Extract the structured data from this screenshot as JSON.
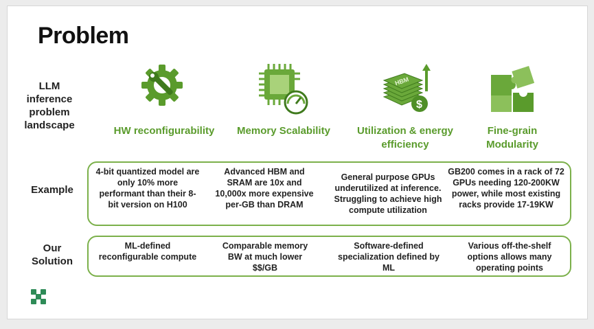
{
  "title": "Problem",
  "row_labels": {
    "landscape": "LLM inference problem landscape",
    "example": "Example",
    "solution": "Our Solution"
  },
  "columns": [
    {
      "icon": "gear-wrench-icon",
      "heading": "HW reconfigurability",
      "example": "4-bit quantized model are only 10% more performant than their 8-bit version on H100",
      "solution": "ML-defined reconfigurable compute"
    },
    {
      "icon": "chip-gauge-icon",
      "heading": "Memory Scalability",
      "example": "Advanced HBM and SRAM are 10x and 10,000x more expensive per-GB than DRAM",
      "solution": "Comparable memory BW at much lower $$/GB"
    },
    {
      "icon": "hbm-stack-dollar-icon",
      "heading": "Utilization & energy efficiency",
      "example": "General purpose GPUs underutilized at inference. Struggling to achieve high compute utilization",
      "solution": "Software-defined specialization defined by ML"
    },
    {
      "icon": "puzzle-icon",
      "heading": "Fine-grain Modularity",
      "example": "GB200 comes in a rack of 72 GPUs needing 120-200KW power, while most existing racks provide 17-19KW",
      "solution": "Various off-the-shelf options allows many operating points"
    }
  ],
  "icon_labels": {
    "hbm": "HBM"
  },
  "colors": {
    "accent": "#5a9b2c",
    "border": "#7bb04a",
    "icon_green": "#6aa83a"
  },
  "logo": "company-logo-icon"
}
